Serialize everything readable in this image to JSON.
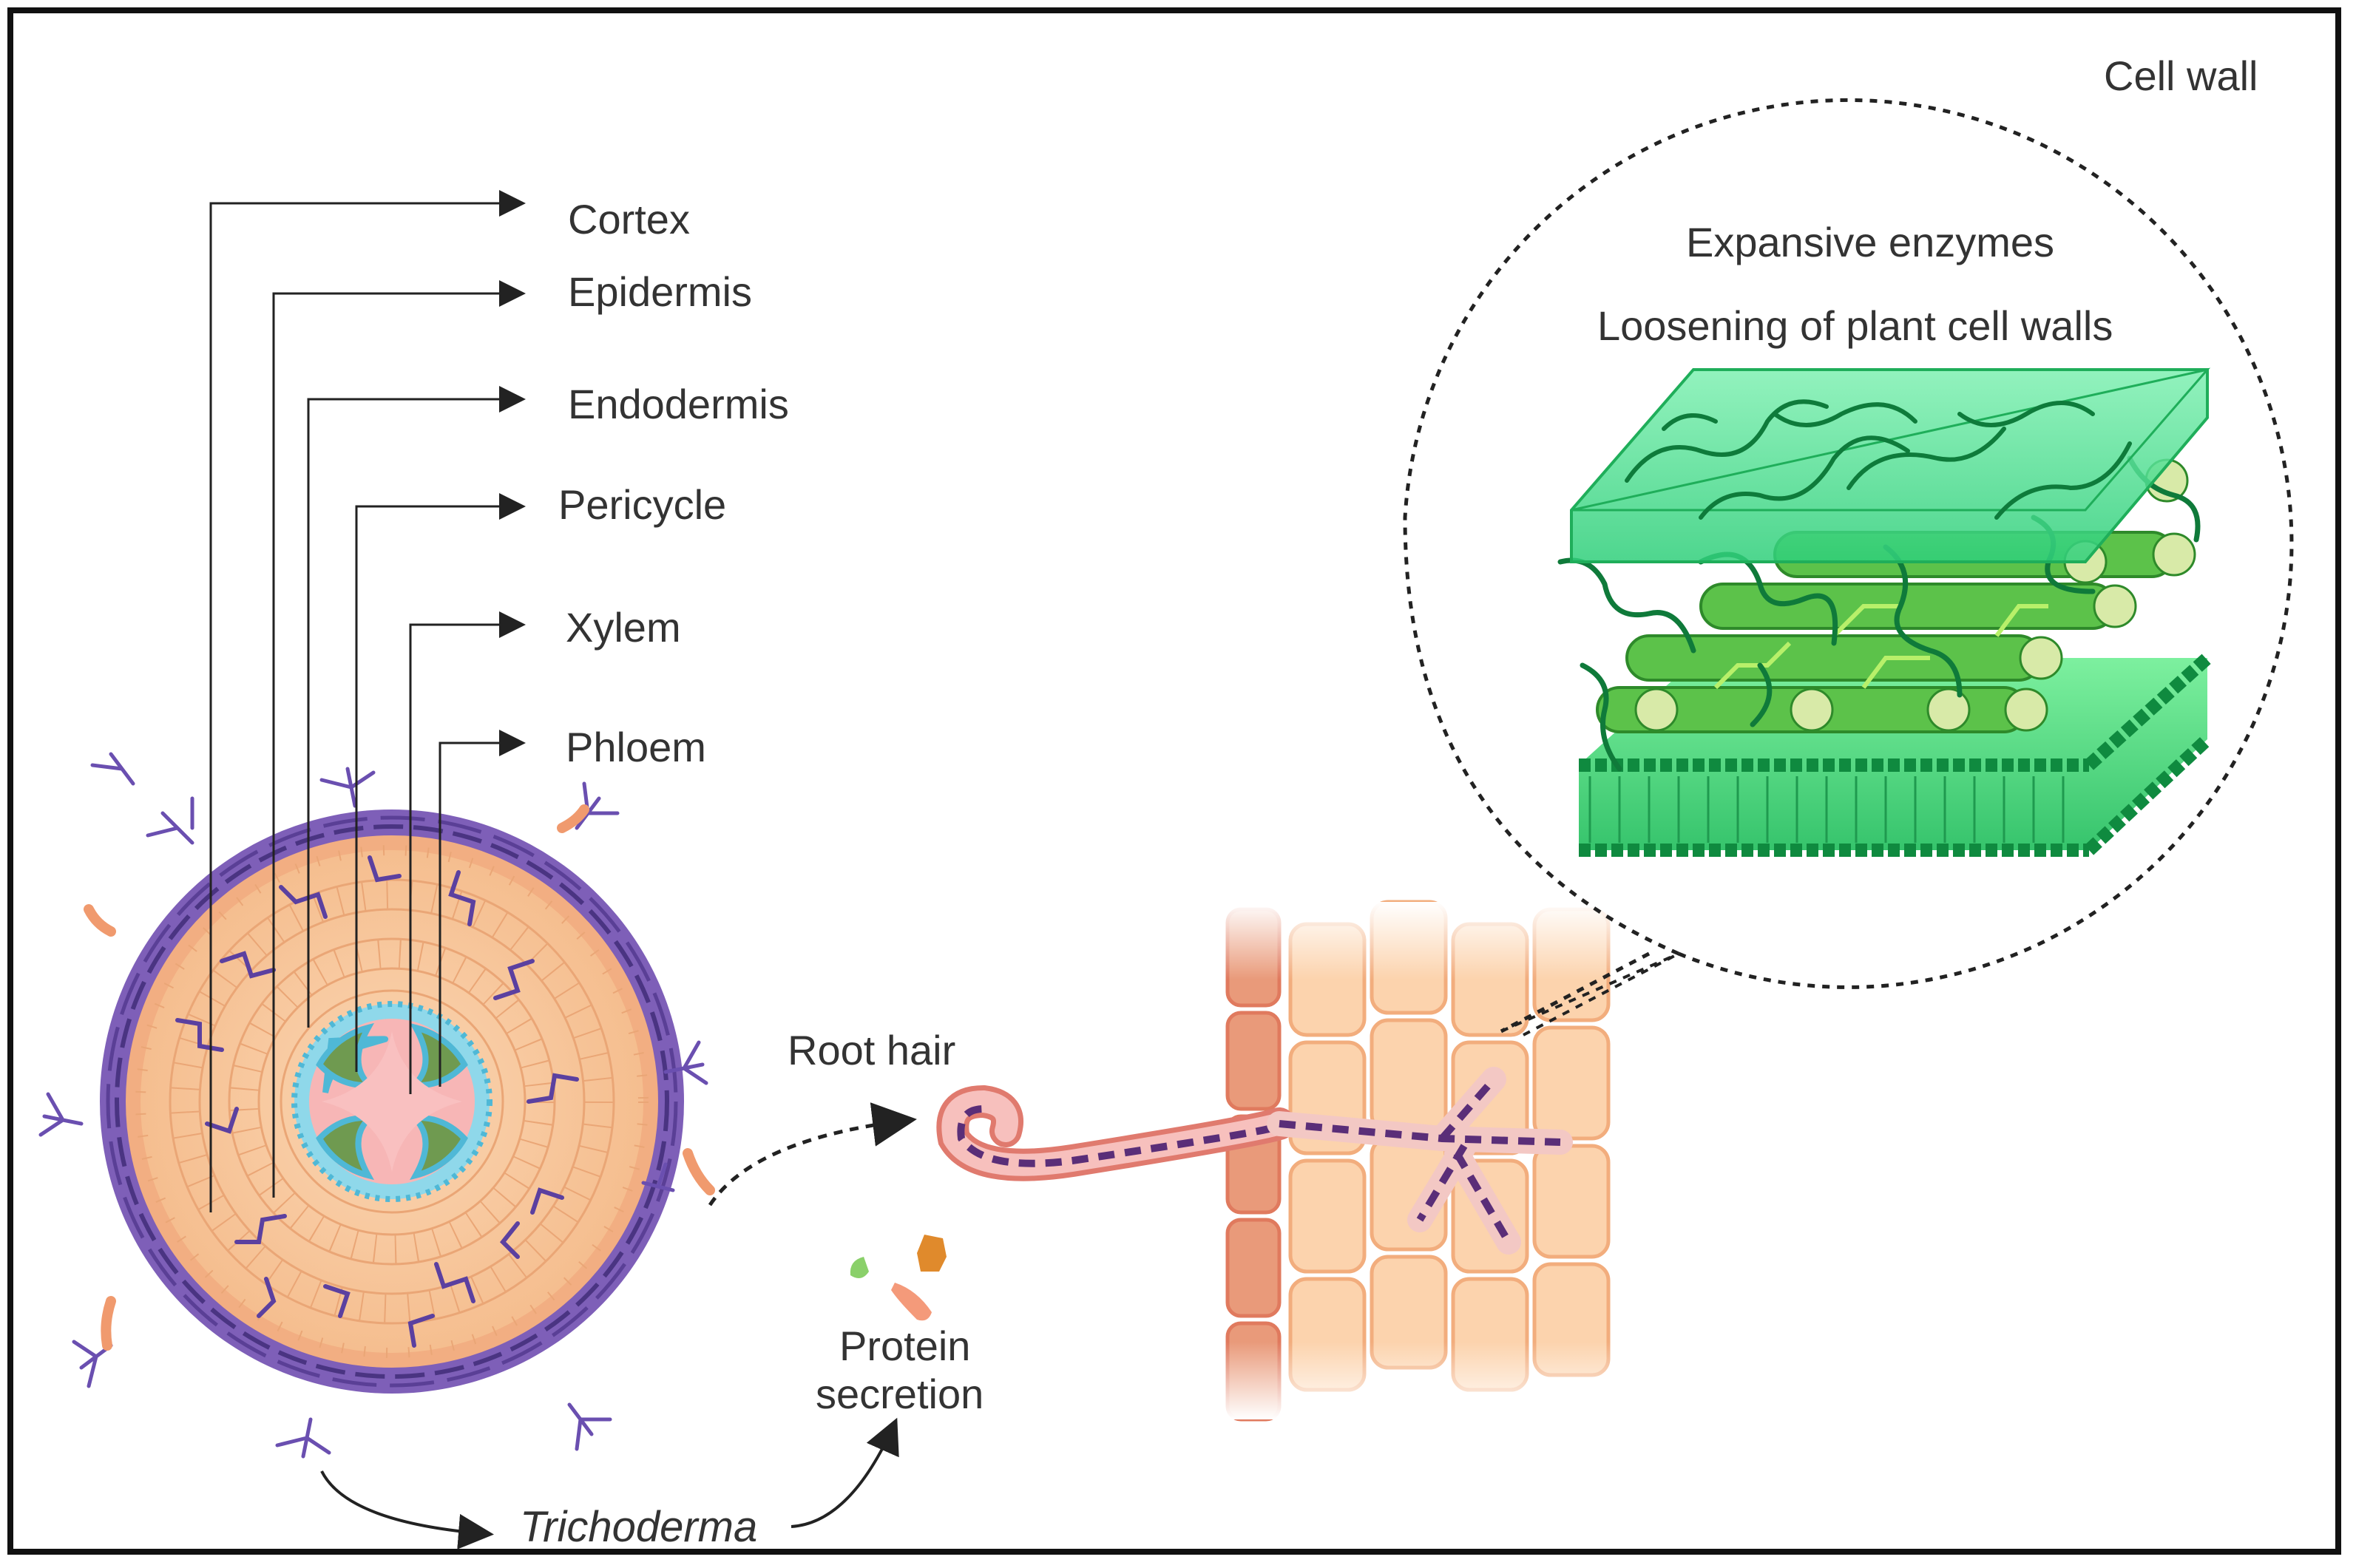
{
  "labels": {
    "cortex": "Cortex",
    "epidermis": "Epidermis",
    "endodermis": "Endodermis",
    "pericycle": "Pericycle",
    "xylem": "Xylem",
    "phloem": "Phloem",
    "root_hair": "Root hair",
    "protein_secretion_line1": "Protein",
    "protein_secretion_line2": "secretion",
    "trichoderma": "Trichoderma",
    "cell_wall": "Cell wall",
    "expansive_enzymes": "Expansive enzymes",
    "loosening": "Loosening of plant cell walls"
  },
  "colors": {
    "cortex": "#f8c9a0",
    "epidermis_cells": "#f3b68c",
    "hyphae": "#6a4fa0",
    "endodermis": "#7fd3e6",
    "phloem": "#7aa05a",
    "pith": "#f7b6b6",
    "cell_wall_green": "#3ad27a",
    "outline": "#222222"
  }
}
